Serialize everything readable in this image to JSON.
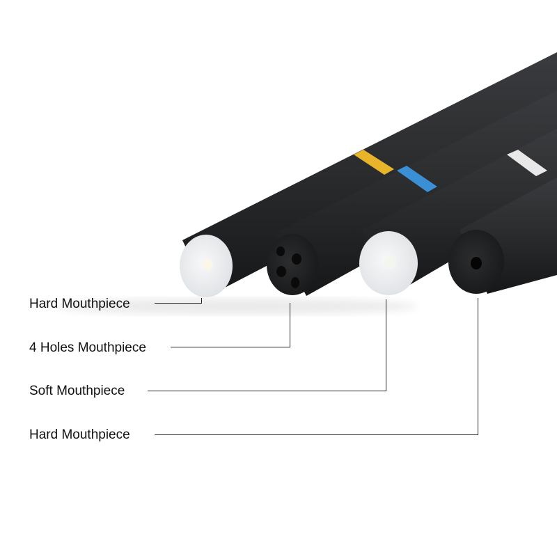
{
  "callouts": [
    {
      "label": "Hard Mouthpiece",
      "tip_type": "hard-white",
      "ring_color": "#e8b42a"
    },
    {
      "label": "4 Holes Mouthpiece",
      "tip_type": "four-holes-black",
      "ring_color": "#3b8fd4"
    },
    {
      "label": "Soft Mouthpiece",
      "tip_type": "soft-white",
      "ring_color": "#e8e8e8"
    },
    {
      "label": "Hard Mouthpiece",
      "tip_type": "hard-black",
      "ring_color": "none"
    }
  ],
  "colors": {
    "body": "#2a2b2d",
    "white_tip": "#eef0f2",
    "ring_yellow": "#e8b42a",
    "ring_blue": "#3b8fd4",
    "ring_white": "#e8e8e8",
    "background": "#ffffff"
  }
}
